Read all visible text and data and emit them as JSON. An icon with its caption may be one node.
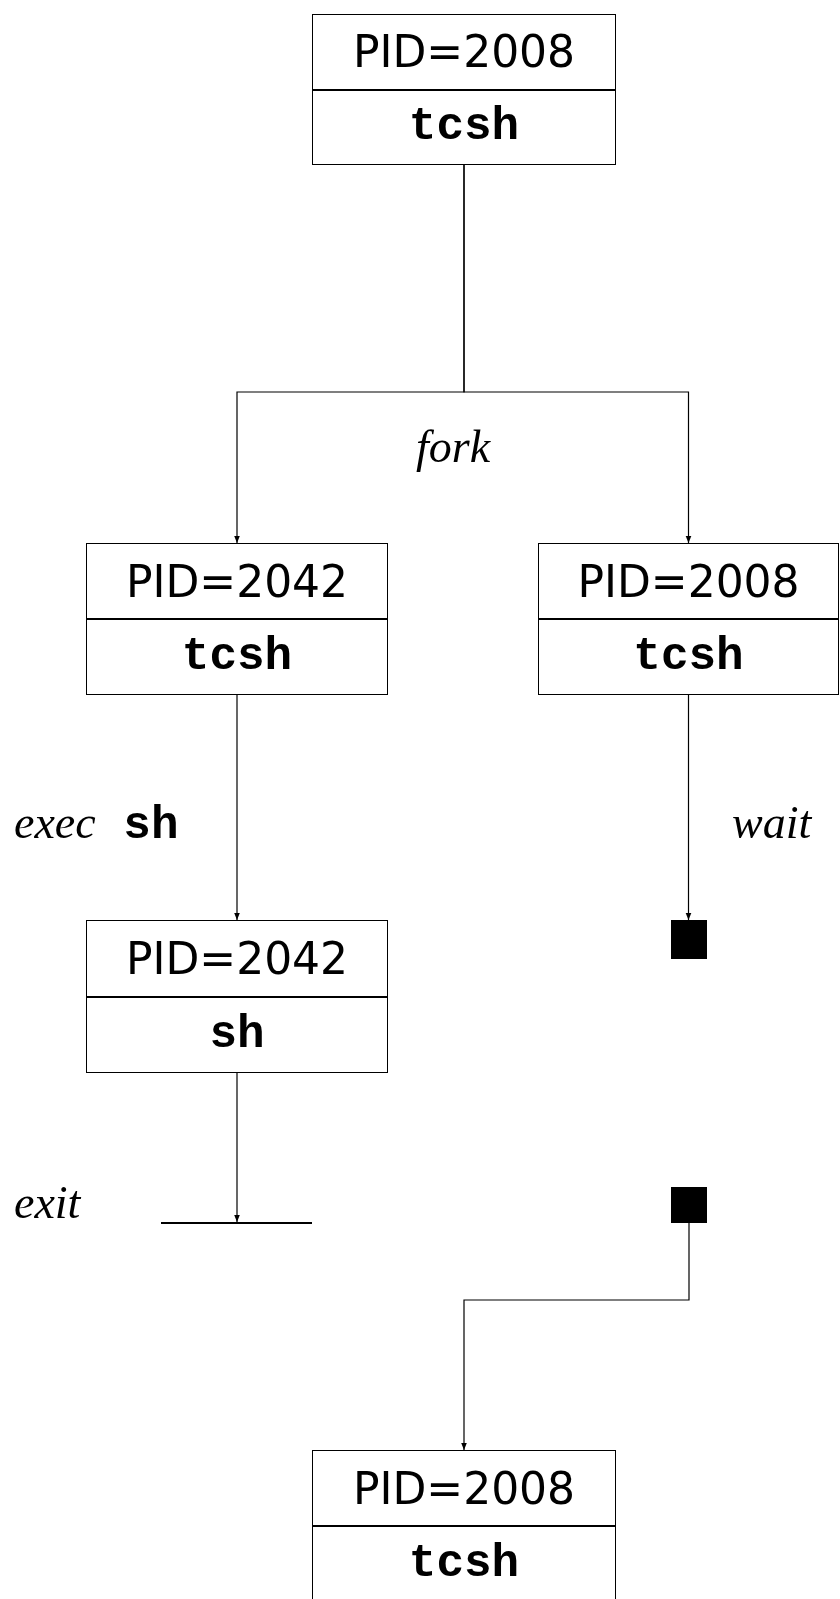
{
  "diagram": {
    "nodes": [
      {
        "text": [
          "PID=2008",
          "tcsh"
        ]
      },
      {
        "text": [
          "PID=2042",
          "tcsh"
        ]
      },
      {
        "text": [
          "PID=2008",
          "tcsh"
        ]
      },
      {
        "text": [],
        "shape": "box"
      },
      {
        "text": [
          "PID=2042",
          "sh"
        ]
      },
      {
        "text": [],
        "shape": "bar"
      },
      {
        "text": [],
        "shape": "box"
      },
      {
        "text": [
          "PID=2008",
          "tcsh"
        ]
      }
    ],
    "edges": [
      {
        "from": 0,
        "to": 1,
        "arrow": "to",
        "label": "fork"
      },
      {
        "from": 0,
        "to": 2,
        "arrow": "to"
      },
      {
        "from": 1,
        "to": 4,
        "arrow": "to",
        "label": "*exec* sh"
      },
      {
        "from": 2,
        "to": 3,
        "arrow": "to",
        "label": "wait"
      },
      {
        "from": 4,
        "to": 5,
        "arrow": "to",
        "label": "exit"
      },
      {
        "from": 6,
        "to": 7,
        "arrow": "to"
      }
    ]
  }
}
